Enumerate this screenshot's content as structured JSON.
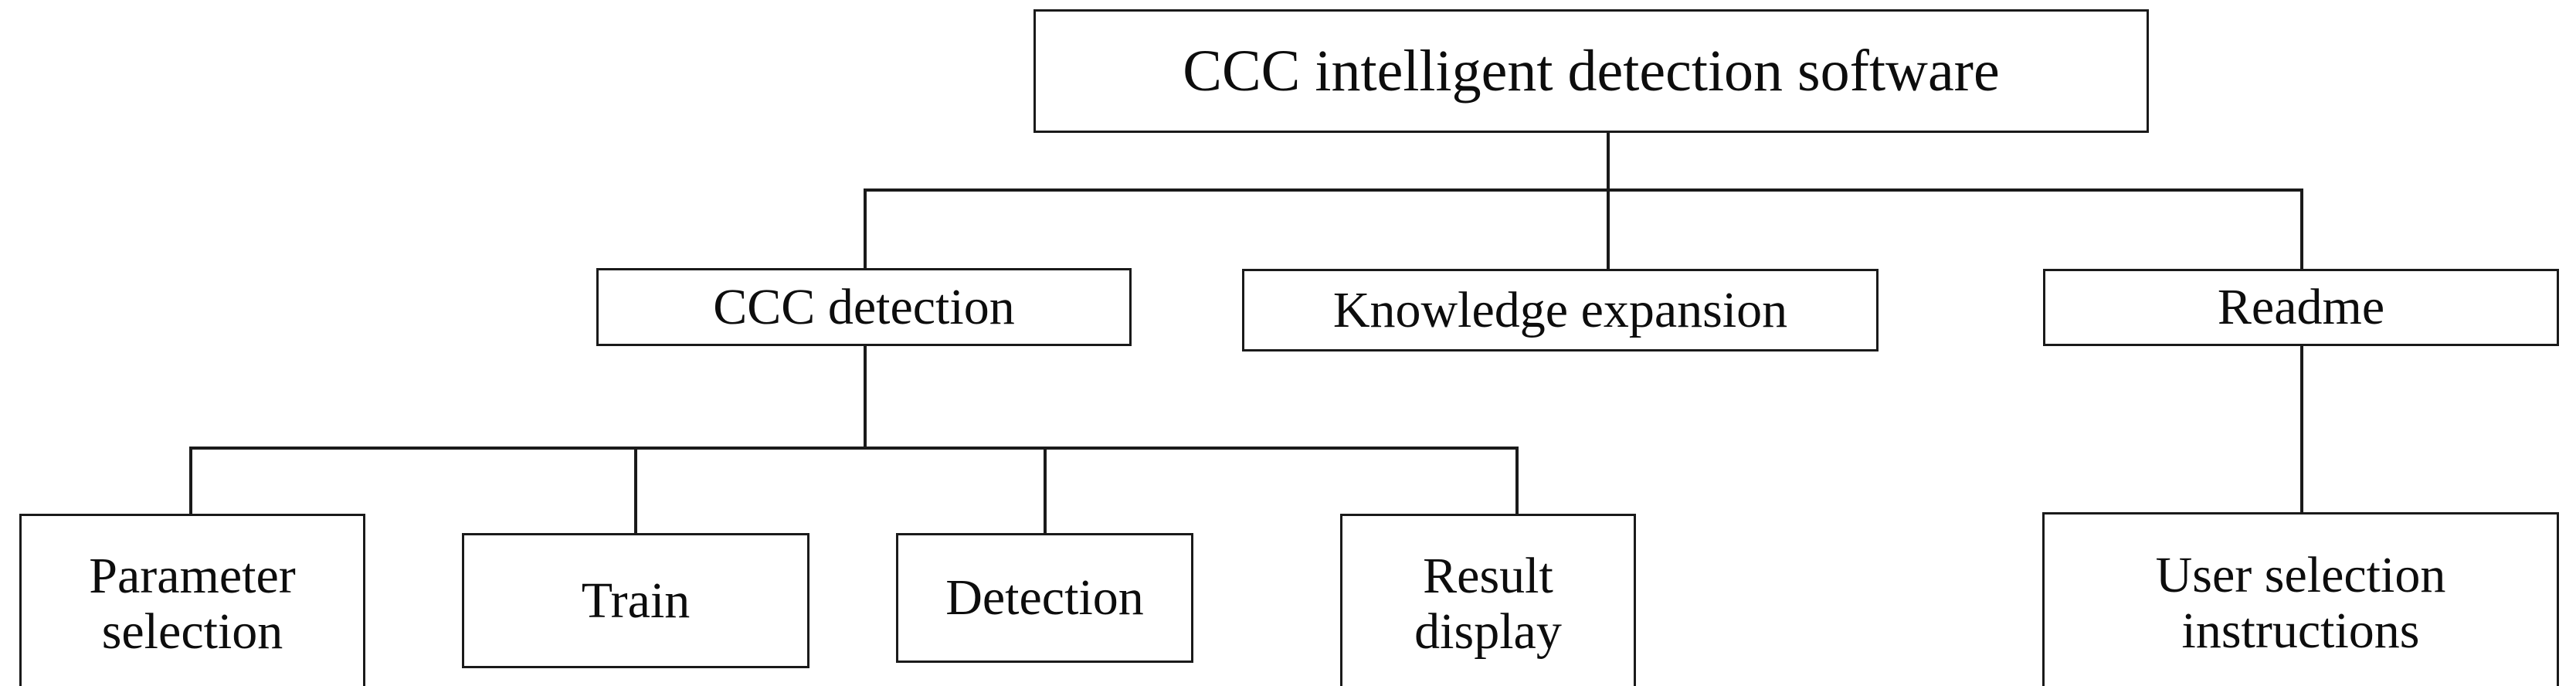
{
  "diagram": {
    "title": "CCC intelligent detection software architecture",
    "type": "hierarchy-tree",
    "levels": 3,
    "colors": {
      "background": "#ffffff",
      "box_border": "#1a1a1a",
      "box_fill": "#ffffff",
      "text": "#0d0d0d",
      "connector": "#1a1a1a"
    },
    "root": {
      "id": "ccc-intelligent-detection-software",
      "label": "CCC intelligent detection software"
    },
    "level1": [
      {
        "id": "ccc-detection",
        "label": "CCC detection"
      },
      {
        "id": "knowledge-expansion",
        "label": "Knowledge expansion"
      },
      {
        "id": "readme",
        "label": "Readme"
      }
    ],
    "level2": {
      "ccc_detection_children": [
        {
          "id": "parameter-selection",
          "label": "Parameter\nselection"
        },
        {
          "id": "train",
          "label": "Train"
        },
        {
          "id": "detection",
          "label": "Detection"
        },
        {
          "id": "result-display",
          "label": "Result\ndisplay"
        }
      ],
      "readme_children": [
        {
          "id": "user-selection-instructions",
          "label": "User selection\ninstructions"
        }
      ]
    },
    "edges": [
      {
        "from": "ccc-intelligent-detection-software",
        "to": "ccc-detection"
      },
      {
        "from": "ccc-intelligent-detection-software",
        "to": "knowledge-expansion"
      },
      {
        "from": "ccc-intelligent-detection-software",
        "to": "readme"
      },
      {
        "from": "ccc-detection",
        "to": "parameter-selection"
      },
      {
        "from": "ccc-detection",
        "to": "train"
      },
      {
        "from": "ccc-detection",
        "to": "detection"
      },
      {
        "from": "ccc-detection",
        "to": "result-display"
      },
      {
        "from": "readme",
        "to": "user-selection-instructions"
      }
    ]
  }
}
